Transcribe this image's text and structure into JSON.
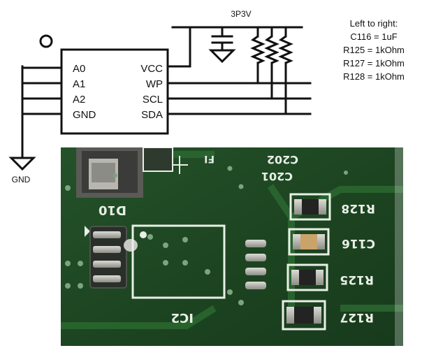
{
  "schematic": {
    "net_label": "3P3V",
    "ground_label": "GND",
    "pins_left": [
      "A0",
      "A1",
      "A2",
      "GND"
    ],
    "pins_right": [
      "VCC",
      "WP",
      "SCL",
      "SDA"
    ]
  },
  "notes": {
    "heading": "Left to right:",
    "lines": [
      "C116 = 1uF",
      "R125 = 1kOhm",
      "R127 = 1kOhm",
      "R128 = 1kOhm"
    ]
  },
  "board": {
    "designators": {
      "d10": "D10",
      "c202": "C202",
      "c201": "C201",
      "r128": "R128",
      "c116": "C116",
      "r125": "R125",
      "r127": "R127",
      "ic2": "IC2",
      "fid": "FI"
    },
    "colors": {
      "pcb_green": "#1f4a22",
      "silkscreen": "#e8efe6",
      "pad_silver": "#b9b9b2",
      "cap_tan": "#c9a36a"
    }
  }
}
